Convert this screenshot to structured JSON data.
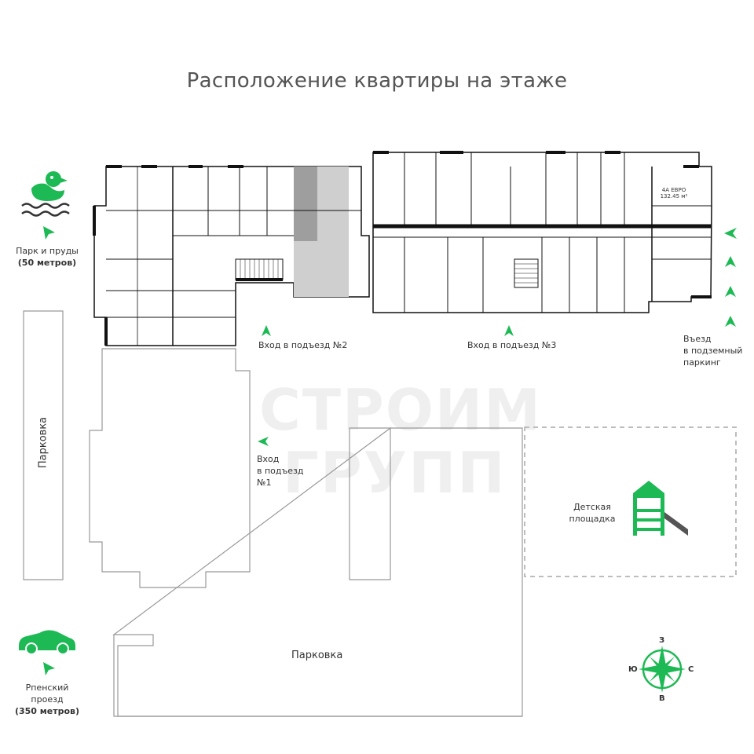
{
  "title": "Расположение квартиры на этаже",
  "labels": {
    "park": "Парк и пруды",
    "park_distance": "(50 метров)",
    "entrance2": "Вход в подъезд №2",
    "entrance3": "Вход в подъезд №3",
    "entrance1_line1": "Вход",
    "entrance1_line2": "в подъезд",
    "entrance1_line3": "№1",
    "parking_entry_line1": "Въезд",
    "parking_entry_line2": "в подземный",
    "parking_entry_line3": "паркинг",
    "parking_left": "Парковка",
    "parking_bottom": "Парковка",
    "playground_line1": "Детская",
    "playground_line2": "площадка",
    "road_line1": "Рпенский",
    "road_line2": "проезд",
    "road_distance": "(350 метров)",
    "apartment_type": "4А ЕВРО",
    "apartment_area": "132.45 м²"
  },
  "compass": {
    "north": "З",
    "south": "В",
    "west": "Ю",
    "east": "С"
  },
  "watermark": {
    "line1": "СТРОИМ",
    "line2": "ГРУПП"
  },
  "colors": {
    "accent": "#1db954",
    "wall": "#111111",
    "highlight": "#9e9e9e",
    "dashed": "#bdbdbd"
  },
  "icons": [
    "duck-icon",
    "car-icon",
    "playground-icon",
    "compass-rose-icon",
    "arrow-icon"
  ]
}
